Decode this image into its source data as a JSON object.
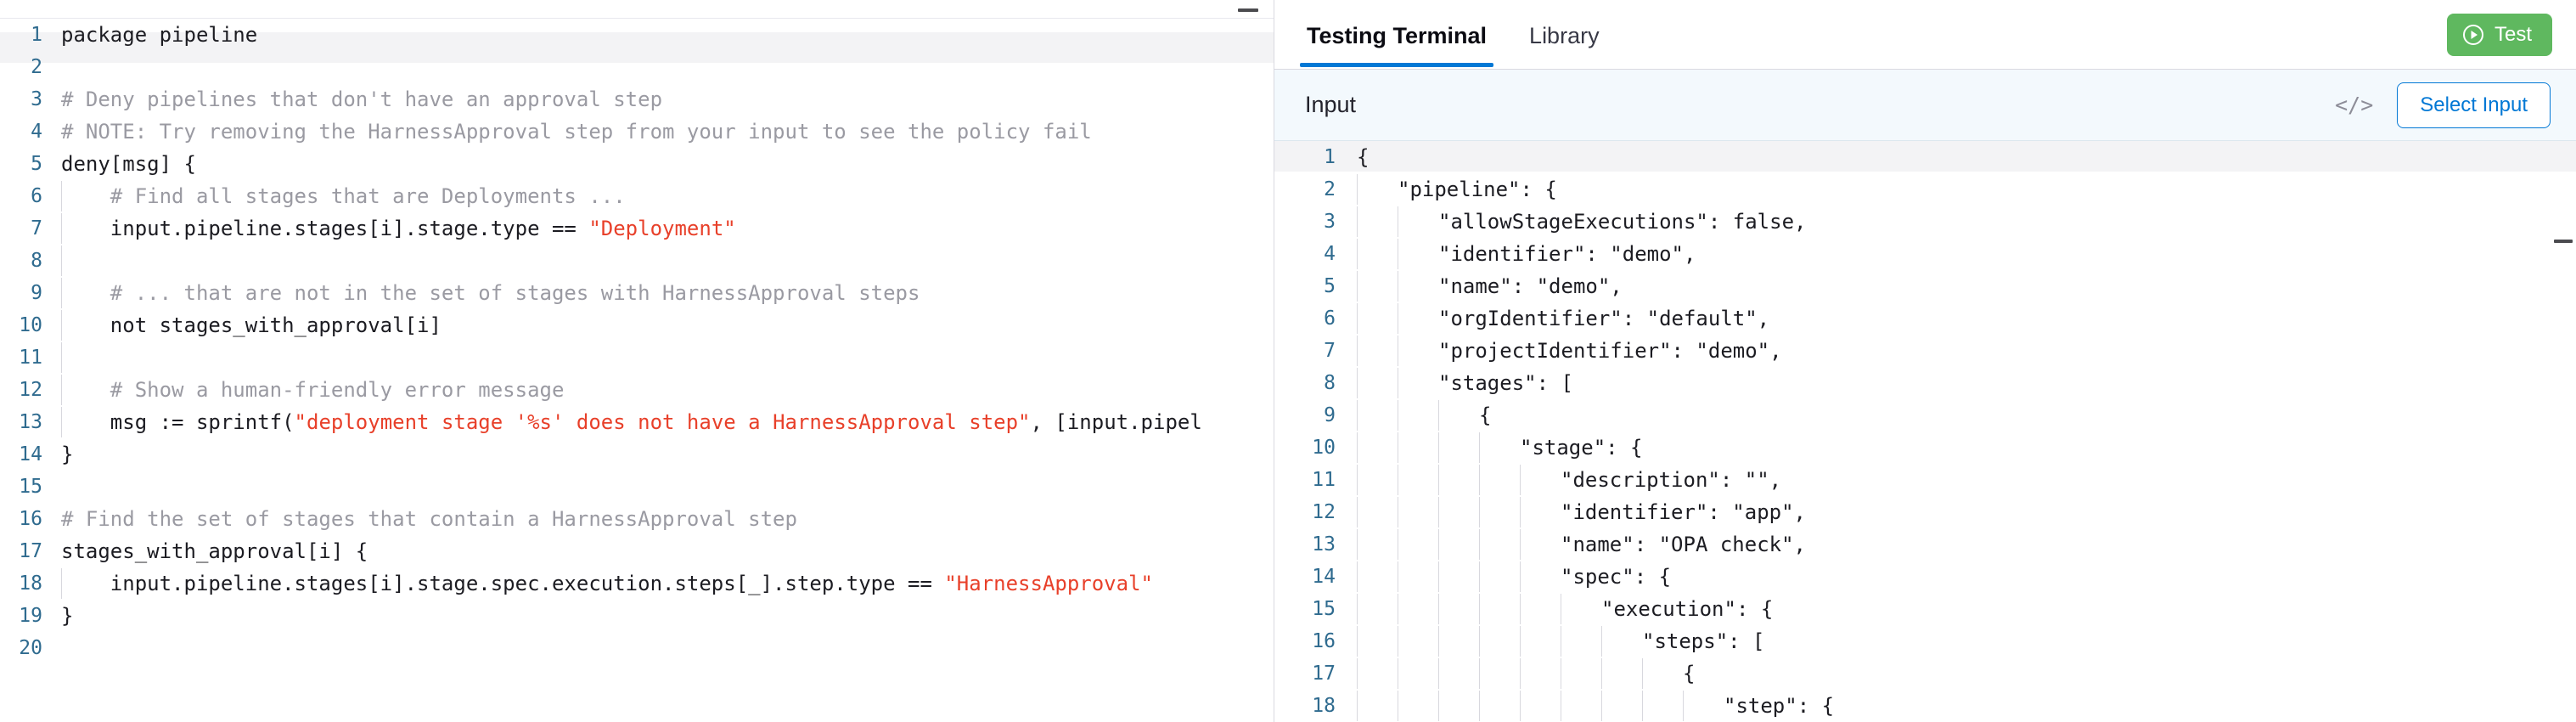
{
  "editor": {
    "name": "rego-policy-editor",
    "language": "rego",
    "minimize_handle": "—",
    "active_line": 1,
    "total_lines": 20,
    "lines": [
      {
        "n": "1",
        "indent": 0,
        "tokens": [
          {
            "t": "plain",
            "v": "package pipeline"
          }
        ]
      },
      {
        "n": "2",
        "indent": 0,
        "tokens": []
      },
      {
        "n": "3",
        "indent": 0,
        "tokens": [
          {
            "t": "cmt",
            "v": "# Deny pipelines that don't have an approval step"
          }
        ]
      },
      {
        "n": "4",
        "indent": 0,
        "tokens": [
          {
            "t": "cmt",
            "v": "# NOTE: Try removing the HarnessApproval step from your input to see the policy fail"
          }
        ]
      },
      {
        "n": "5",
        "indent": 0,
        "tokens": [
          {
            "t": "plain",
            "v": "deny[msg] {"
          }
        ]
      },
      {
        "n": "6",
        "indent": 1,
        "tokens": [
          {
            "t": "cmt",
            "v": "    # Find all stages that are Deployments ..."
          }
        ]
      },
      {
        "n": "7",
        "indent": 1,
        "tokens": [
          {
            "t": "plain",
            "v": "    input.pipeline.stages[i].stage.type == "
          },
          {
            "t": "str",
            "v": "\"Deployment\""
          }
        ]
      },
      {
        "n": "8",
        "indent": 1,
        "tokens": []
      },
      {
        "n": "9",
        "indent": 1,
        "tokens": [
          {
            "t": "cmt",
            "v": "    # ... that are not in the set of stages with HarnessApproval steps"
          }
        ]
      },
      {
        "n": "10",
        "indent": 1,
        "tokens": [
          {
            "t": "plain",
            "v": "    not stages_with_approval[i]"
          }
        ]
      },
      {
        "n": "11",
        "indent": 1,
        "tokens": []
      },
      {
        "n": "12",
        "indent": 1,
        "tokens": [
          {
            "t": "cmt",
            "v": "    # Show a human-friendly error message"
          }
        ]
      },
      {
        "n": "13",
        "indent": 1,
        "tokens": [
          {
            "t": "plain",
            "v": "    msg := sprintf("
          },
          {
            "t": "str",
            "v": "\"deployment stage '%s' does not have a HarnessApproval step\""
          },
          {
            "t": "plain",
            "v": ", [input.pipel"
          }
        ]
      },
      {
        "n": "14",
        "indent": 0,
        "tokens": [
          {
            "t": "plain",
            "v": "}"
          }
        ]
      },
      {
        "n": "15",
        "indent": 0,
        "tokens": []
      },
      {
        "n": "16",
        "indent": 0,
        "tokens": [
          {
            "t": "cmt",
            "v": "# Find the set of stages that contain a HarnessApproval step"
          }
        ]
      },
      {
        "n": "17",
        "indent": 0,
        "tokens": [
          {
            "t": "plain",
            "v": "stages_with_approval[i] {"
          }
        ]
      },
      {
        "n": "18",
        "indent": 1,
        "tokens": [
          {
            "t": "plain",
            "v": "    input.pipeline.stages[i].stage.spec.execution.steps[_].step.type == "
          },
          {
            "t": "str",
            "v": "\"HarnessApproval\""
          }
        ]
      },
      {
        "n": "19",
        "indent": 0,
        "tokens": [
          {
            "t": "plain",
            "v": "}"
          }
        ]
      },
      {
        "n": "20",
        "indent": 0,
        "tokens": []
      }
    ]
  },
  "terminal": {
    "tabs": [
      {
        "label": "Testing Terminal",
        "active": true
      },
      {
        "label": "Library",
        "active": false
      }
    ],
    "test_button": {
      "label": "Test",
      "icon": "play-circle-icon",
      "color": "#5fb85f"
    },
    "input_panel": {
      "title": "Input",
      "code_toggle_icon": "</>",
      "select_input_label": "Select Input",
      "accent_color": "#0278d5",
      "active_line": 1,
      "lines": [
        {
          "n": "1",
          "indent": 0,
          "text": "{"
        },
        {
          "n": "2",
          "indent": 1,
          "text": "    \"pipeline\": {"
        },
        {
          "n": "3",
          "indent": 2,
          "text": "        \"allowStageExecutions\": false,"
        },
        {
          "n": "4",
          "indent": 2,
          "text": "        \"identifier\": \"demo\","
        },
        {
          "n": "5",
          "indent": 2,
          "text": "        \"name\": \"demo\","
        },
        {
          "n": "6",
          "indent": 2,
          "text": "        \"orgIdentifier\": \"default\","
        },
        {
          "n": "7",
          "indent": 2,
          "text": "        \"projectIdentifier\": \"demo\","
        },
        {
          "n": "8",
          "indent": 2,
          "text": "        \"stages\": ["
        },
        {
          "n": "9",
          "indent": 3,
          "text": "            {"
        },
        {
          "n": "10",
          "indent": 4,
          "text": "                \"stage\": {"
        },
        {
          "n": "11",
          "indent": 5,
          "text": "                    \"description\": \"\","
        },
        {
          "n": "12",
          "indent": 5,
          "text": "                    \"identifier\": \"app\","
        },
        {
          "n": "13",
          "indent": 5,
          "text": "                    \"name\": \"OPA check\","
        },
        {
          "n": "14",
          "indent": 5,
          "text": "                    \"spec\": {"
        },
        {
          "n": "15",
          "indent": 6,
          "text": "                        \"execution\": {"
        },
        {
          "n": "16",
          "indent": 7,
          "text": "                            \"steps\": ["
        },
        {
          "n": "17",
          "indent": 8,
          "text": "                                {"
        },
        {
          "n": "18",
          "indent": 9,
          "text": "                                    \"step\": {"
        }
      ]
    }
  }
}
